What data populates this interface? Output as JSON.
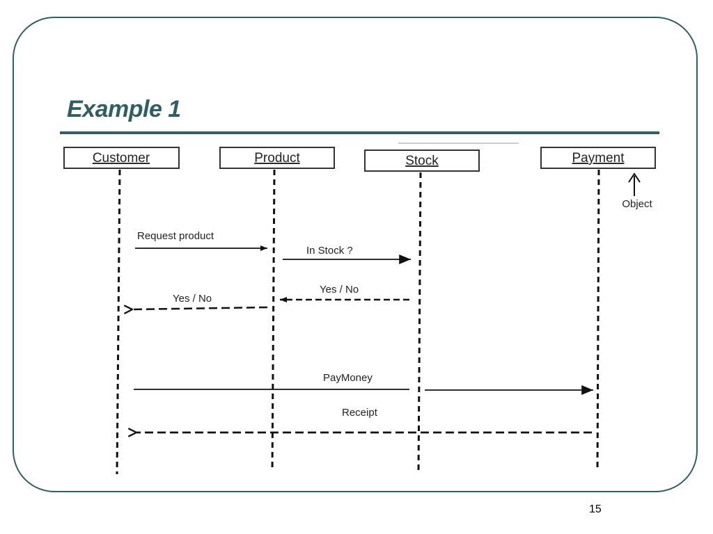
{
  "slide": {
    "title": "Example 1",
    "page_number": "15",
    "accent_color": "#2f5f62"
  },
  "diagram": {
    "objects": [
      {
        "id": "customer",
        "label": "Customer"
      },
      {
        "id": "product",
        "label": "Product"
      },
      {
        "id": "stock",
        "label": "Stock"
      },
      {
        "id": "payment",
        "label": "Payment"
      }
    ],
    "object_annotation": "Object",
    "messages": [
      {
        "from": "customer",
        "to": "product",
        "label": "Request product",
        "style": "solid"
      },
      {
        "from": "product",
        "to": "stock",
        "label": "In Stock ?",
        "style": "solid"
      },
      {
        "from": "stock",
        "to": "product",
        "label": "Yes / No",
        "style": "dashed"
      },
      {
        "from": "product",
        "to": "customer",
        "label": "Yes / No",
        "style": "dashed"
      },
      {
        "from": "customer",
        "to": "payment",
        "label": "PayMoney",
        "style": "solid"
      },
      {
        "from": "payment",
        "to": "customer",
        "label": "Receipt",
        "style": "dashed"
      }
    ]
  }
}
